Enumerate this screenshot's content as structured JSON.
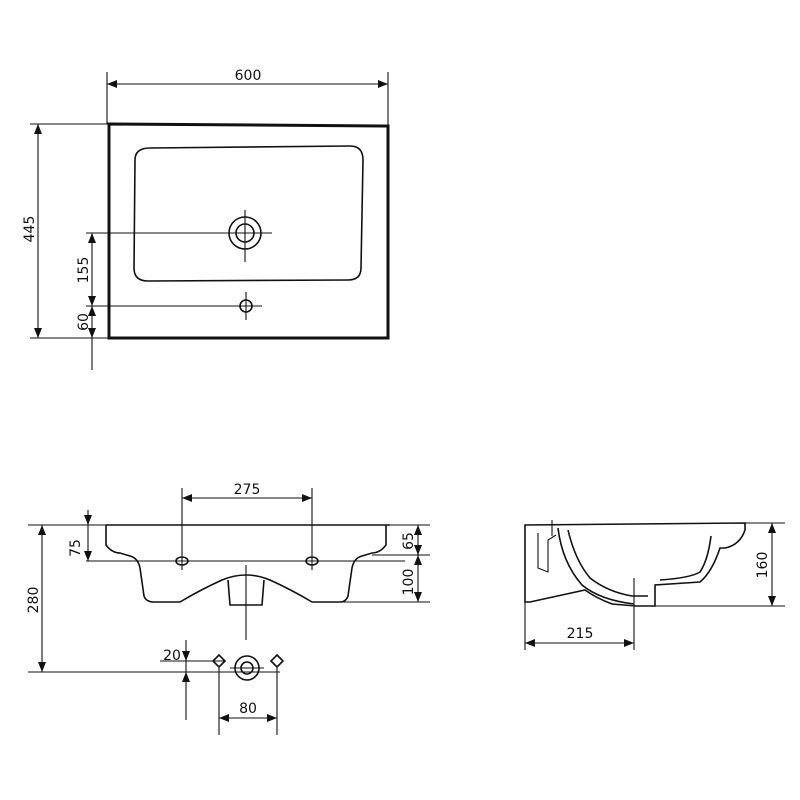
{
  "drawing": {
    "top_view": {
      "width": "600",
      "depth": "445",
      "tap_to_drain": "155",
      "drain_to_edge": "60"
    },
    "front_view": {
      "tap_spacing": "275",
      "rim_height": "65",
      "top_to_tap_axis": "75",
      "bowl_depth": "100",
      "total_height": "280",
      "offset_small": "20",
      "fixing_spacing": "80"
    },
    "side_view": {
      "height": "160",
      "drain_offset": "215"
    }
  }
}
